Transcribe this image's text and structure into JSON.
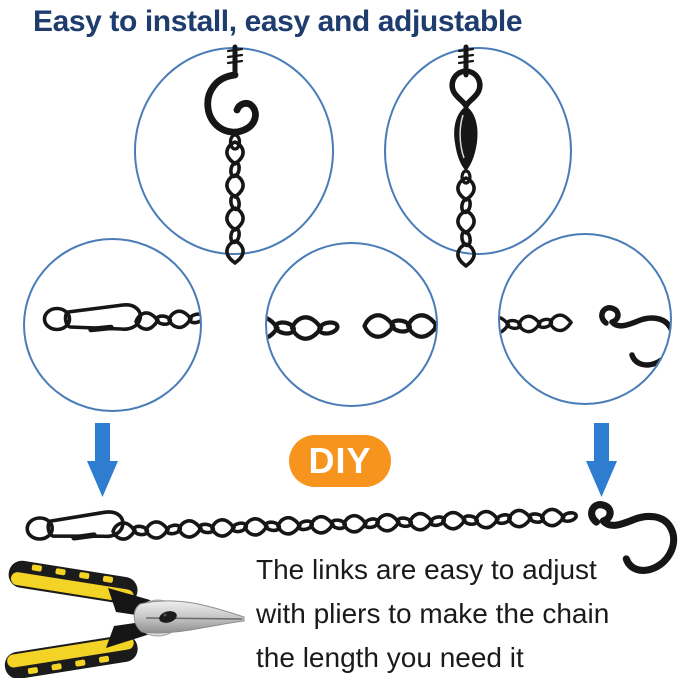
{
  "title": {
    "text": "Easy to install, easy and adjustable",
    "color": "#1e3d6e"
  },
  "badge": {
    "label": "DIY",
    "background": "#f7941e",
    "text_color": "#ffffff"
  },
  "caption": {
    "color": "#1a1a1a",
    "lines": [
      "The links are easy to adjust",
      "with pliers to make the chain",
      "the length you need it"
    ]
  },
  "colors": {
    "background": "#ffffff",
    "circle_border_blue": "#4a7cb8",
    "arrow_blue": "#2e7dd1",
    "chain_black": "#161616",
    "pliers_yellow": "#f2d326",
    "pliers_grip_black": "#1b1b1b",
    "pliers_steel": "#c8c8c8"
  },
  "icons": {
    "top_left_circle": "ceiling-cup-hook-with-jack-chain",
    "top_right_circle": "eye-screw-with-snap-clasp-chain",
    "mid_left_circle": "snap-clasp-with-chain",
    "mid_center_circle": "jack-chain-links-with-gap",
    "mid_right_circle": "chain-with-s-hook",
    "arrows": "blue-down-arrow",
    "bottom_figure": "full-chain-clasp-to-s-hook",
    "tool_figure": "needle-nose-pliers"
  }
}
